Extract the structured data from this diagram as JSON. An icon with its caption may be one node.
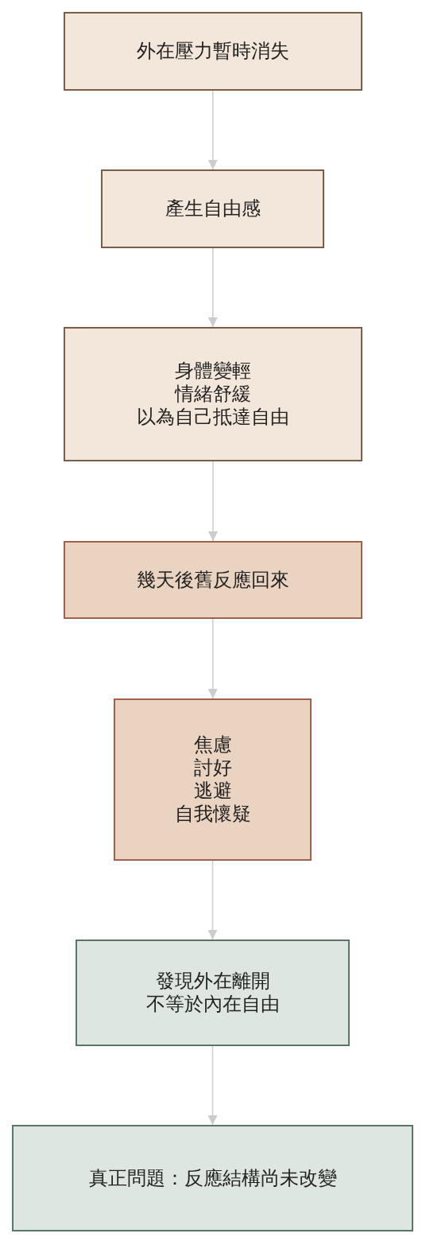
{
  "diagram": {
    "nodes": [
      {
        "text": [
          "外在壓力暫時消失"
        ]
      },
      {
        "text": [
          "產生自由感"
        ]
      },
      {
        "text": [
          "身體變輕",
          "情緒舒緩",
          "以為自己抵達自由"
        ]
      },
      {
        "text": [
          "幾天後舊反應回來"
        ]
      },
      {
        "text": [
          "焦慮",
          "討好",
          "逃避",
          "自我懷疑"
        ]
      },
      {
        "text": [
          "發現外在離開",
          "不等於內在自由"
        ]
      },
      {
        "text": [
          "真正問題：反應結構尚未改變"
        ]
      }
    ],
    "edges": [
      {
        "from": 0,
        "to": 1,
        "arrow": "to"
      },
      {
        "from": 1,
        "to": 2,
        "arrow": "to"
      },
      {
        "from": 2,
        "to": 3,
        "arrow": "to"
      },
      {
        "from": 3,
        "to": 4,
        "arrow": "to"
      },
      {
        "from": 4,
        "to": 5,
        "arrow": "to"
      },
      {
        "from": 5,
        "to": 6,
        "arrow": "to"
      }
    ]
  }
}
